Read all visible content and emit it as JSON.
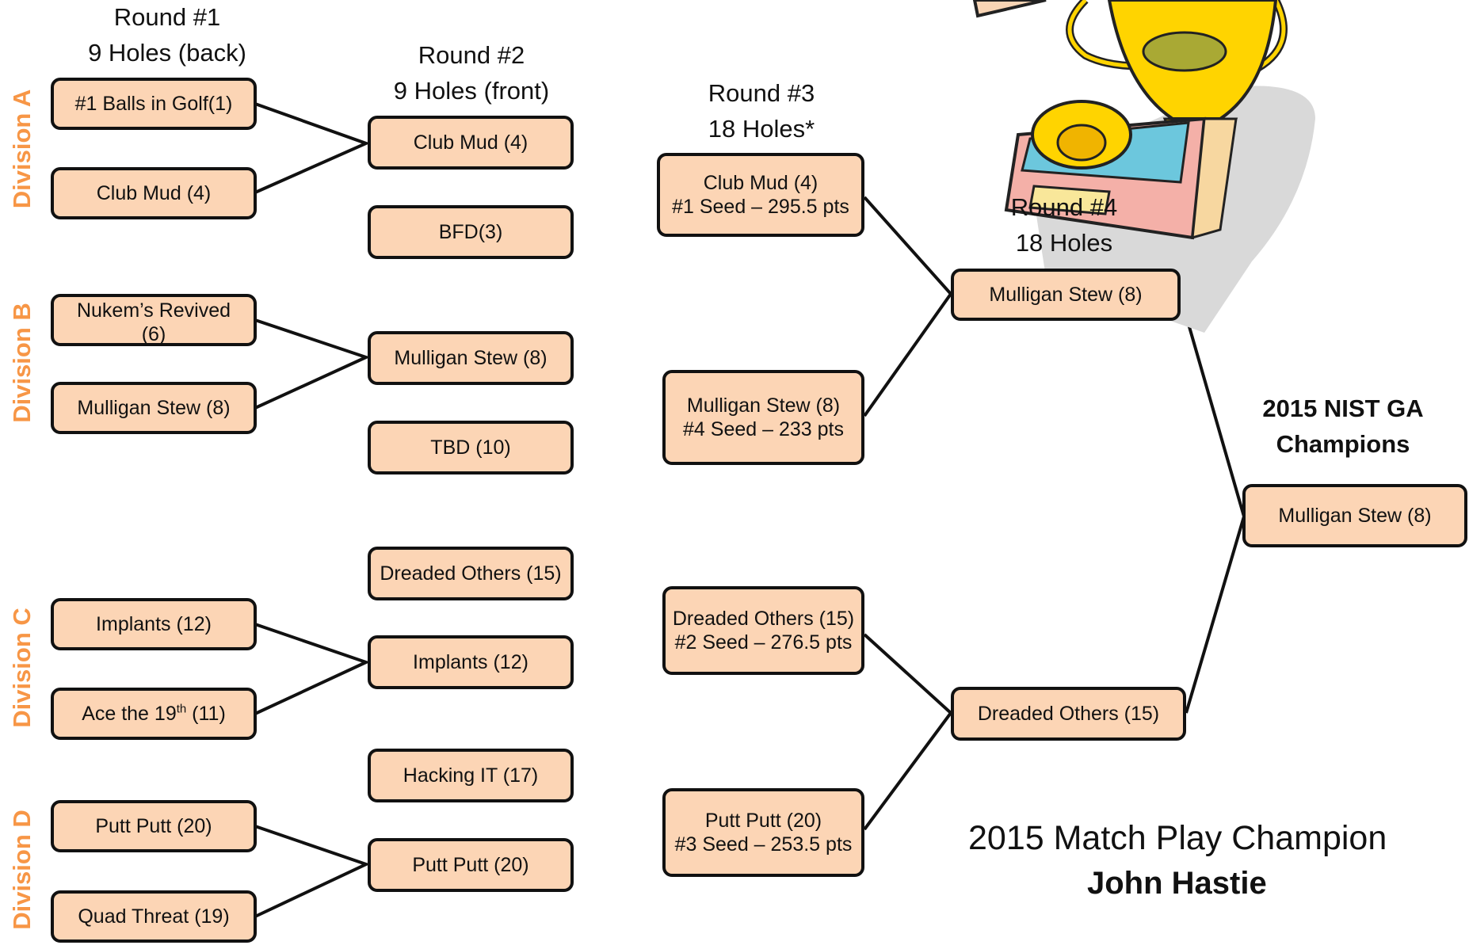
{
  "rounds": {
    "r1": {
      "line1": "Round #1",
      "line2": "9 Holes (back)"
    },
    "r2": {
      "line1": "Round #2",
      "line2": "9 Holes (front)"
    },
    "r3": {
      "line1": "Round #3",
      "line2": "18 Holes*"
    },
    "r4": {
      "line1": "Round #4",
      "line2": "18 Holes"
    }
  },
  "divisions": [
    "Division A",
    "Division B",
    "Division C",
    "Division D"
  ],
  "round1": [
    "#1 Balls in Golf(1)",
    "Club Mud (4)",
    "Nukem’s Revived (6)",
    "Mulligan Stew (8)",
    "Implants (12)",
    {
      "pre": "Ace the 19",
      "sup": "th",
      "post": " (11)"
    },
    "Putt Putt  (20)",
    "Quad Threat (19)"
  ],
  "round2": [
    "Club Mud (4)",
    "BFD(3)",
    "Mulligan Stew (8)",
    "TBD (10)",
    "Dreaded Others (15)",
    "Implants (12)",
    "Hacking IT (17)",
    "Putt Putt  (20)"
  ],
  "round3": [
    {
      "team": "Club Mud (4)",
      "seed": "#1 Seed – 295.5 pts"
    },
    {
      "team": "Mulligan Stew (8)",
      "seed": "#4 Seed – 233 pts"
    },
    {
      "team": "Dreaded Others (15)",
      "seed": "#2 Seed – 276.5 pts"
    },
    {
      "team": "Putt Putt  (20)",
      "seed": "#3 Seed – 253.5 pts"
    }
  ],
  "round4": [
    "Mulligan Stew (8)",
    "Dreaded Others (15)"
  ],
  "champion": {
    "title_line1": "2015 NIST GA",
    "title_line2": "Champions",
    "team": "Mulligan Stew (8)"
  },
  "match_play": {
    "title": "2015 Match Play Champion",
    "name": "John Hastie"
  },
  "colors": {
    "box_fill": "#fcd5b5",
    "division_label": "#f79646",
    "trophy_gold": "#ffd400",
    "trophy_base_blue": "#6cc7dd",
    "trophy_base_pink": "#f4b0a8"
  },
  "icons": [
    "trophy-icon"
  ]
}
